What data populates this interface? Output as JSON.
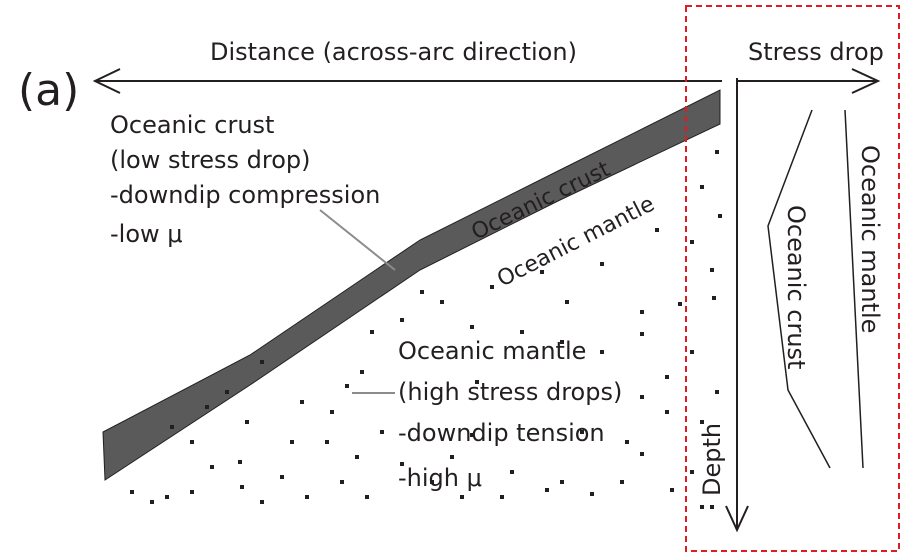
{
  "panel_label": "(a)",
  "distance_axis": {
    "label": "Distance (across-arc direction)"
  },
  "stress_axis": {
    "label": "Stress drop"
  },
  "depth_axis": {
    "label": "Depth"
  },
  "oceanic_crust_note": {
    "title": "Oceanic crust",
    "line2": "(low stress drop)",
    "line3": "-downdip compression",
    "line4": "-low μ"
  },
  "oceanic_mantle_note": {
    "title": "Oceanic mantle",
    "line2": "(high stress drops)",
    "line3": "-downdip tension",
    "line4": "-high μ"
  },
  "slab_labels": {
    "crust": "Oceanic crust",
    "mantle": "Oceanic mantle"
  },
  "profile_labels": {
    "crust": "Oceanic crust",
    "mantle": "Oceanic mantle"
  },
  "colors": {
    "slab": "#5a5a5a",
    "ink": "#231f20",
    "highlight_box": "#e01b24"
  }
}
